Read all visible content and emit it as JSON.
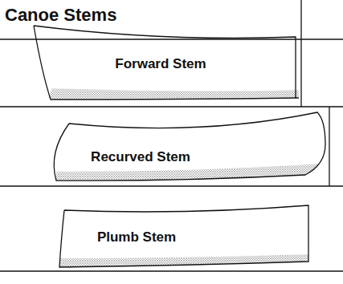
{
  "diagram": {
    "title": "Canoe Stems",
    "labels": [
      "Forward Stem",
      "Recurved Stem",
      "Plumb Stem"
    ]
  }
}
